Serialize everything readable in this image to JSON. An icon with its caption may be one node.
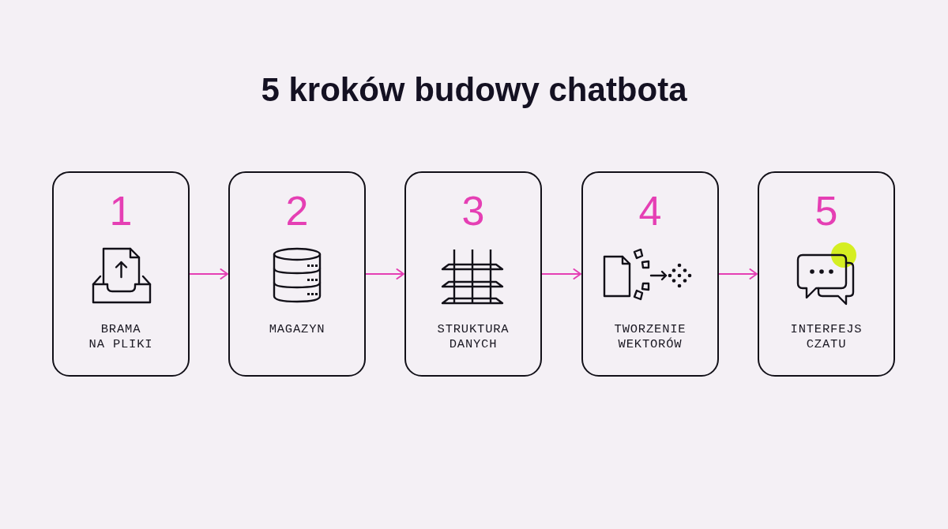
{
  "diagram": {
    "title": "5 kroków budowy chatbota",
    "nodes": [
      {
        "text": [
          "1",
          "BRAMA NA PLIKI"
        ]
      },
      {
        "text": [
          "2",
          "MAGAZYN"
        ]
      },
      {
        "text": [
          "3",
          "STRUKTURA DANYCH"
        ]
      },
      {
        "text": [
          "4",
          "TWORZENIE WEKTORÓW"
        ]
      },
      {
        "text": [
          "5",
          "INTERFEJS CZATU"
        ]
      }
    ],
    "edges": [
      {
        "from": 0,
        "to": 1,
        "arrow": "to"
      },
      {
        "from": 1,
        "to": 2,
        "arrow": "to"
      },
      {
        "from": 2,
        "to": 3,
        "arrow": "to"
      },
      {
        "from": 3,
        "to": 4,
        "arrow": "to"
      }
    ]
  }
}
